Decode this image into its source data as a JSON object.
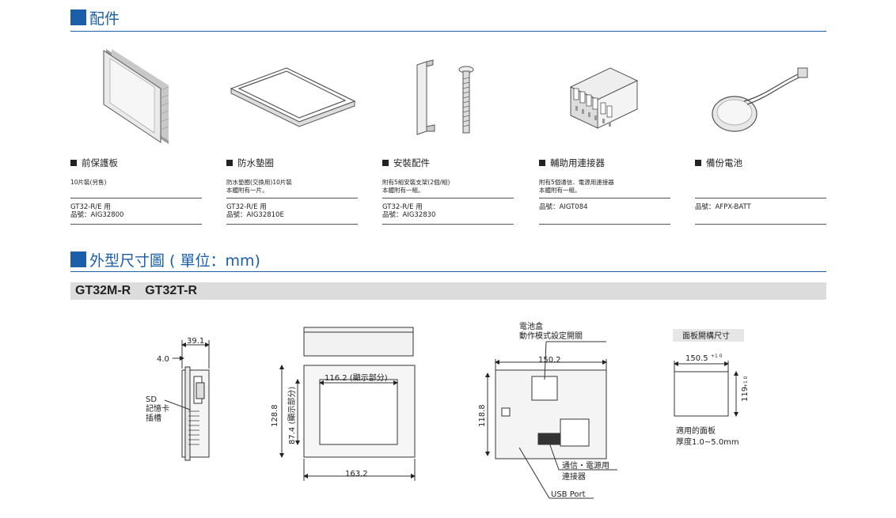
{
  "accessories_section": {
    "title": "配件"
  },
  "accessories": [
    {
      "name": "前保護板",
      "desc_lines": [
        "10片裝(另售)",
        ""
      ],
      "model": "GT32-R/E 用",
      "part": "品號：AIG32800"
    },
    {
      "name": "防水墊圈",
      "desc_lines": [
        "防水墊圈(交換用)10片裝",
        "本體附有一片。"
      ],
      "model": "GT32-R/E 用",
      "part": "品號：AIG32810E"
    },
    {
      "name": "安裝配件",
      "desc_lines": [
        "附有5組安裝支架(2個/組)",
        "本體附有一組。"
      ],
      "model": "GT32-R/E 用",
      "part": "品號：AIG32830"
    },
    {
      "name": "輔助用連接器",
      "desc_lines": [
        "附有5個通信．電源用連接器",
        "本體附有一組。"
      ],
      "model": "",
      "part": "品號：AIGT084"
    },
    {
      "name": "備份電池",
      "desc_lines": [
        "",
        ""
      ],
      "model": "",
      "part": "品號：AFPX-BATT"
    }
  ],
  "dimensions_section": {
    "title": "外型尺寸圖 ( 單位：mm)"
  },
  "model_bar": {
    "models": [
      "GT32M-R",
      "GT32T-R"
    ]
  },
  "side_view": {
    "dim_depth": "39.1",
    "dim_offset": "4.0",
    "sd_label": [
      "SD",
      "記憶卡",
      "插槽"
    ]
  },
  "front_view": {
    "dim_width": "163.2",
    "dim_height": "128.8",
    "display_width": "116.2 (顯示部分)",
    "display_height": "87.4 (顯示部分)"
  },
  "rear_view": {
    "dim_width": "150.2",
    "dim_height": "118.8",
    "callout_top": [
      "電池盒",
      "動作模式設定開關"
    ],
    "callout_conn": [
      "通信・電源用",
      "連接器"
    ],
    "callout_usb": "USB Port"
  },
  "cutout": {
    "title": "面板開構尺寸",
    "dim_width": "150.5",
    "tol_width": "+1 0",
    "dim_height": "119",
    "tol_height": "+1 0",
    "note": [
      "適用的面板",
      "厚度1.0~5.0mm"
    ]
  }
}
